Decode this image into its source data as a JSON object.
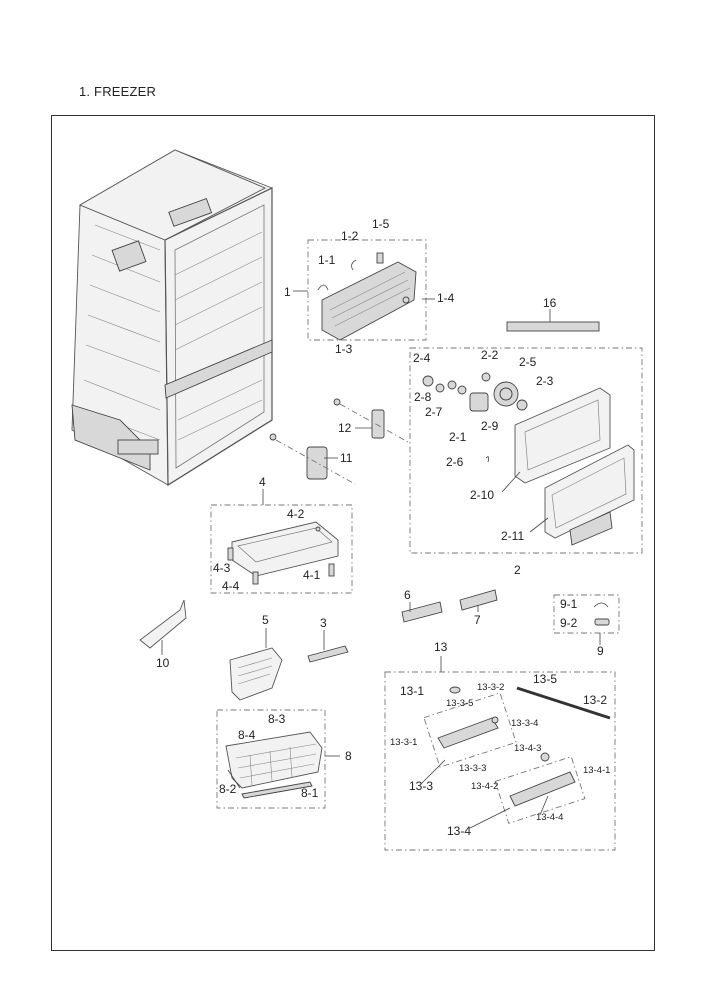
{
  "header": {
    "section_title": "1. FREEZER"
  },
  "callouts": {
    "p1": "1",
    "p1_1": "1-1",
    "p1_2": "1-2",
    "p1_3": "1-3",
    "p1_4": "1-4",
    "p1_5": "1-5",
    "p2": "2",
    "p2_1": "2-1",
    "p2_2": "2-2",
    "p2_3": "2-3",
    "p2_4": "2-4",
    "p2_5": "2-5",
    "p2_6": "2-6",
    "p2_7": "2-7",
    "p2_8": "2-8",
    "p2_9": "2-9",
    "p2_10": "2-10",
    "p2_11": "2-11",
    "p3": "3",
    "p4": "4",
    "p4_1": "4-1",
    "p4_2": "4-2",
    "p4_3": "4-3",
    "p4_4": "4-4",
    "p5": "5",
    "p6": "6",
    "p7": "7",
    "p8": "8",
    "p8_1": "8-1",
    "p8_2": "8-2",
    "p8_3": "8-3",
    "p8_4": "8-4",
    "p9": "9",
    "p9_1": "9-1",
    "p9_2": "9-2",
    "p10": "10",
    "p11": "11",
    "p12": "12",
    "p13": "13",
    "p13_1": "13-1",
    "p13_2": "13-2",
    "p13_3": "13-3",
    "p13_3_1": "13-3-1",
    "p13_3_2": "13-3-2",
    "p13_3_3": "13-3-3",
    "p13_3_4": "13-3-4",
    "p13_3_5": "13-3-5",
    "p13_4": "13-4",
    "p13_4_1": "13-4-1",
    "p13_4_2": "13-4-2",
    "p13_4_3": "13-4-3",
    "p13_4_4": "13-4-4",
    "p13_5": "13-5",
    "p16": "16"
  }
}
